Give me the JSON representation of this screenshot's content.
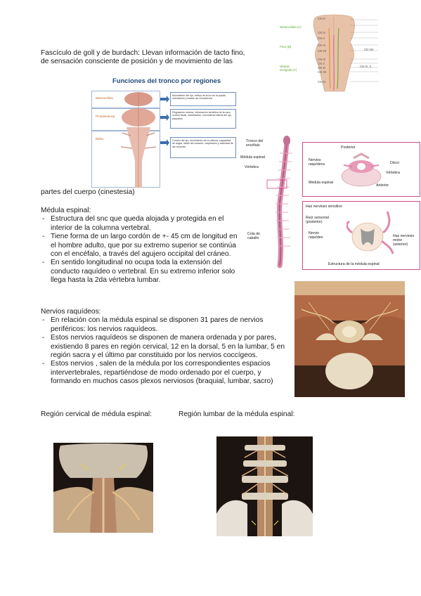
{
  "para1": {
    "line1": "Fascículo de goll y de burdach: Llevan información de tacto fino,",
    "line2": "de sensación consciente de posición y de movimiento de las",
    "line3": "partes del cuerpo (cinestesia)"
  },
  "medula": {
    "heading": "Médula espinal:",
    "bullets": [
      "Estructura del snc que queda alojada y protegida en el interior de la columna vertebral.",
      "Tiene forma de un largo cordón de +- 45 cm de longitud en el hombre adulto, que por su extremo superior se continúa con el encéfalo, a través del agujero occipital del cráneo.",
      "En sentido longitudinal no ocupa toda la extensión del conducto raquídeo o vertebral. En su extremo inferior solo llega hasta la 2da vértebra lumbar."
    ]
  },
  "nervios": {
    "heading": "Nervios raquídeos:",
    "bullets": [
      "En relación con la médula espinal se disponen 31 pares de nervios periféricos: los nervios raquídeos.",
      "Estos nervios raquídeos se disponen de manera ordenada y por pares, existiendo 8 pares en región cervical, 12 en la dorsal, 5 en la lumbar, 5 en región sacra y el último par constituido por los nervios coccígeos.",
      "Estos nervios , salen de la médula por los correspondientes espacios intervertebrales, repartiéndose de modo ordenado por el cuerpo, y formando en muchos casos plexos nerviosos (braquial, lumbar, sacro)"
    ]
  },
  "captions": {
    "cervical": "Región cervical de médula espinal:",
    "lumbar": "Región lumbar de la médula espinal:"
  },
  "tronco_figure": {
    "title": "Funciones del tronco por regiones",
    "rows": [
      {
        "label": "Mesencéfalo",
        "text": "Movimiento del ojo, reflejo de la luz en la pupila, orientación y estado de consciencia"
      },
      {
        "label": "Protuberancia",
        "text": "Regulación motora, información sensitiva de la cara, control facial, masticación, movimiento lateral del ojo, párpados"
      },
      {
        "label": "Bulbo",
        "text": "Control del ojo, movimiento de la cabeza, capacidad de tragar, latido del corazón, respiración y actividad de las vísceras"
      }
    ]
  },
  "brainstem_figure": {
    "left_labels": [
      {
        "text": "Mesencéfalo (A)",
        "color": "#5aa832"
      },
      {
        "text": "Pons (B)",
        "color": "#5aa832"
      },
      {
        "text": "Médula elongada (C)",
        "color": "#5aa832"
      }
    ],
    "right_labels": [
      "CN III",
      "CN IV",
      "CN V",
      "CN VI",
      "CN VII",
      "CN VIII",
      "CN IX",
      "CN X",
      "CN XI",
      "CN XII",
      "CN IX, X",
      "CN XI"
    ]
  },
  "spine_figure": {
    "labels": [
      "Tronco del encéfalo",
      "Médula espinal",
      "Vértebra",
      "Cola de caballo"
    ],
    "inset_labels": [
      "Posterior",
      "Nervios raquídeos",
      "Disco",
      "Vértebra",
      "Médula espinal",
      "Anterior"
    ],
    "section_labels": [
      "Haz nervioso sensitivo",
      "Raíz sensorial (posterior)",
      "Nervio raquídeo",
      "Haz nervioso motor (anterior)"
    ],
    "section_caption": "Estructura de la médula espinal"
  }
}
